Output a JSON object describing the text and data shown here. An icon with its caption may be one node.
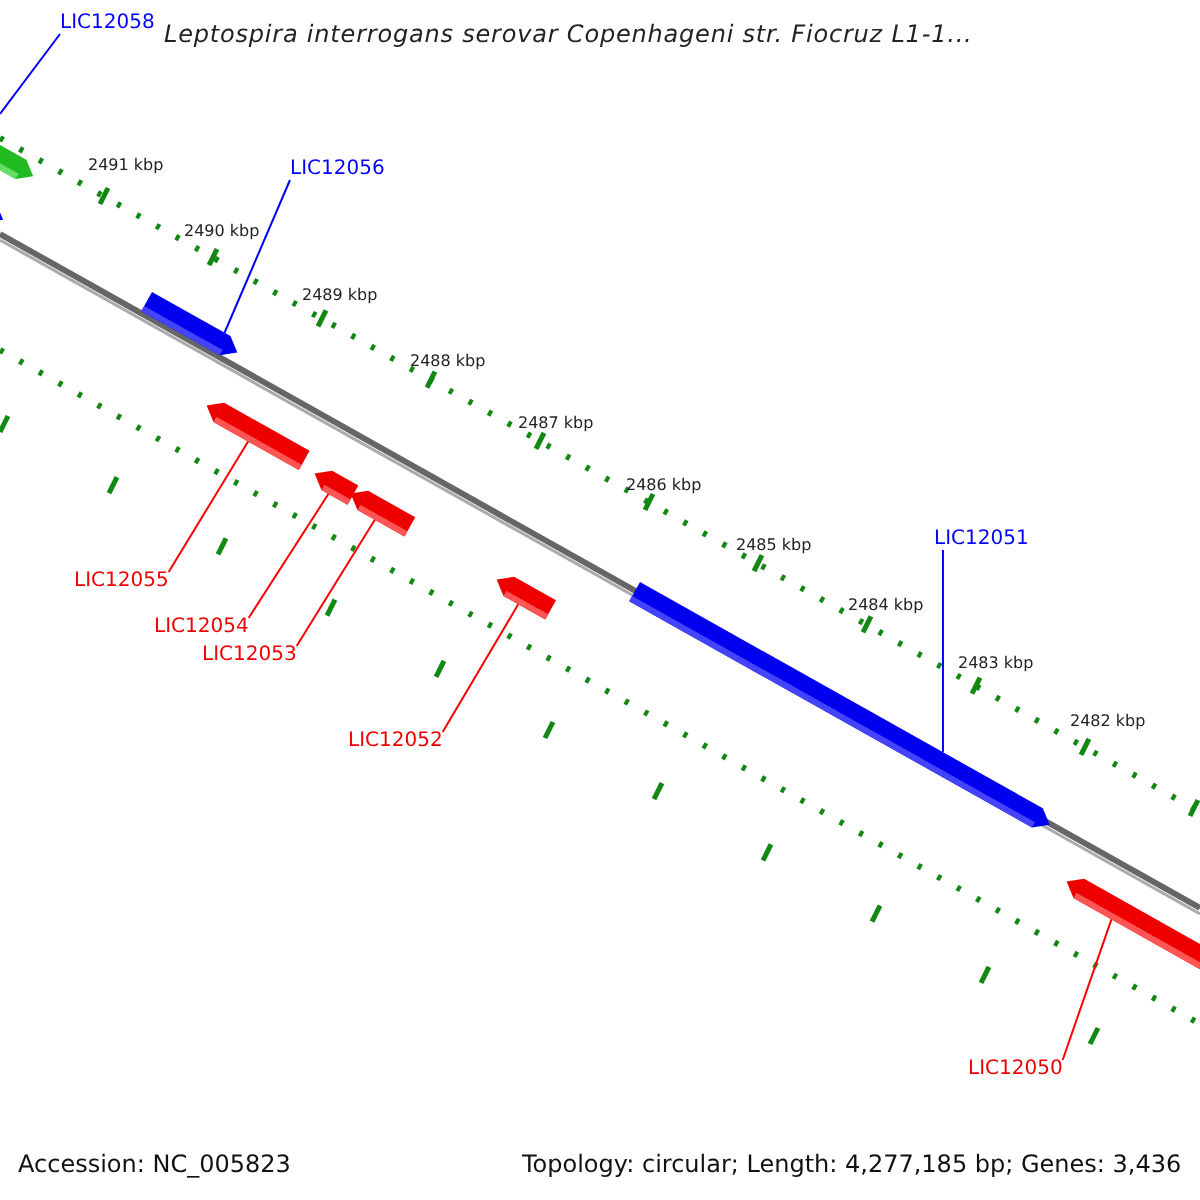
{
  "diagram": {
    "title": "Leptospira interrogans serovar Copenhageni str. Fiocruz L1-1...",
    "nodes": [
      {
        "text": [
          "LIC12058"
        ]
      },
      {
        "text": [
          "LIC12056"
        ]
      },
      {
        "text": [
          "LIC12051"
        ]
      },
      {
        "text": [
          "LIC12055"
        ]
      },
      {
        "text": [
          "LIC12054"
        ]
      },
      {
        "text": [
          "LIC12053"
        ]
      },
      {
        "text": [
          "LIC12052"
        ]
      },
      {
        "text": [
          "LIC12050"
        ]
      },
      {
        "text": [],
        "shape": "bar"
      },
      {
        "text": [],
        "shape": "bar"
      },
      {
        "text": [],
        "shape": "bar"
      },
      {
        "text": [],
        "shape": "bar"
      },
      {
        "text": [],
        "shape": "bar"
      },
      {
        "text": [],
        "shape": "bar"
      },
      {
        "text": [],
        "shape": "bar"
      },
      {
        "text": [],
        "shape": "bar"
      },
      {
        "text": [],
        "shape": "bar"
      }
    ],
    "edges": [
      {
        "from": 0,
        "to": null,
        "arrow": "none",
        "color": "#0000ff"
      },
      {
        "from": 1,
        "to": 10,
        "arrow": "none",
        "color": "#0000ff"
      },
      {
        "from": 2,
        "to": 15,
        "arrow": "none",
        "color": "#0000ff"
      },
      {
        "from": 3,
        "to": 11,
        "arrow": "none"
      },
      {
        "from": 4,
        "to": 12,
        "arrow": "none"
      },
      {
        "from": 5,
        "to": 13,
        "arrow": "none"
      },
      {
        "from": 6,
        "to": 14,
        "arrow": "none"
      },
      {
        "from": 7,
        "to": 16,
        "arrow": "none"
      }
    ],
    "labels": [
      "2491 kbp",
      "2490 kbp",
      "2489 kbp",
      "2488 kbp",
      "2487 kbp",
      "2486 kbp",
      "2485 kbp",
      "2484 kbp",
      "2483 kbp",
      "2482 kbp",
      "Accession: NC_005823",
      "Topology: circular; Length: 4,277,185 bp; Genes: 3,436"
    ]
  }
}
